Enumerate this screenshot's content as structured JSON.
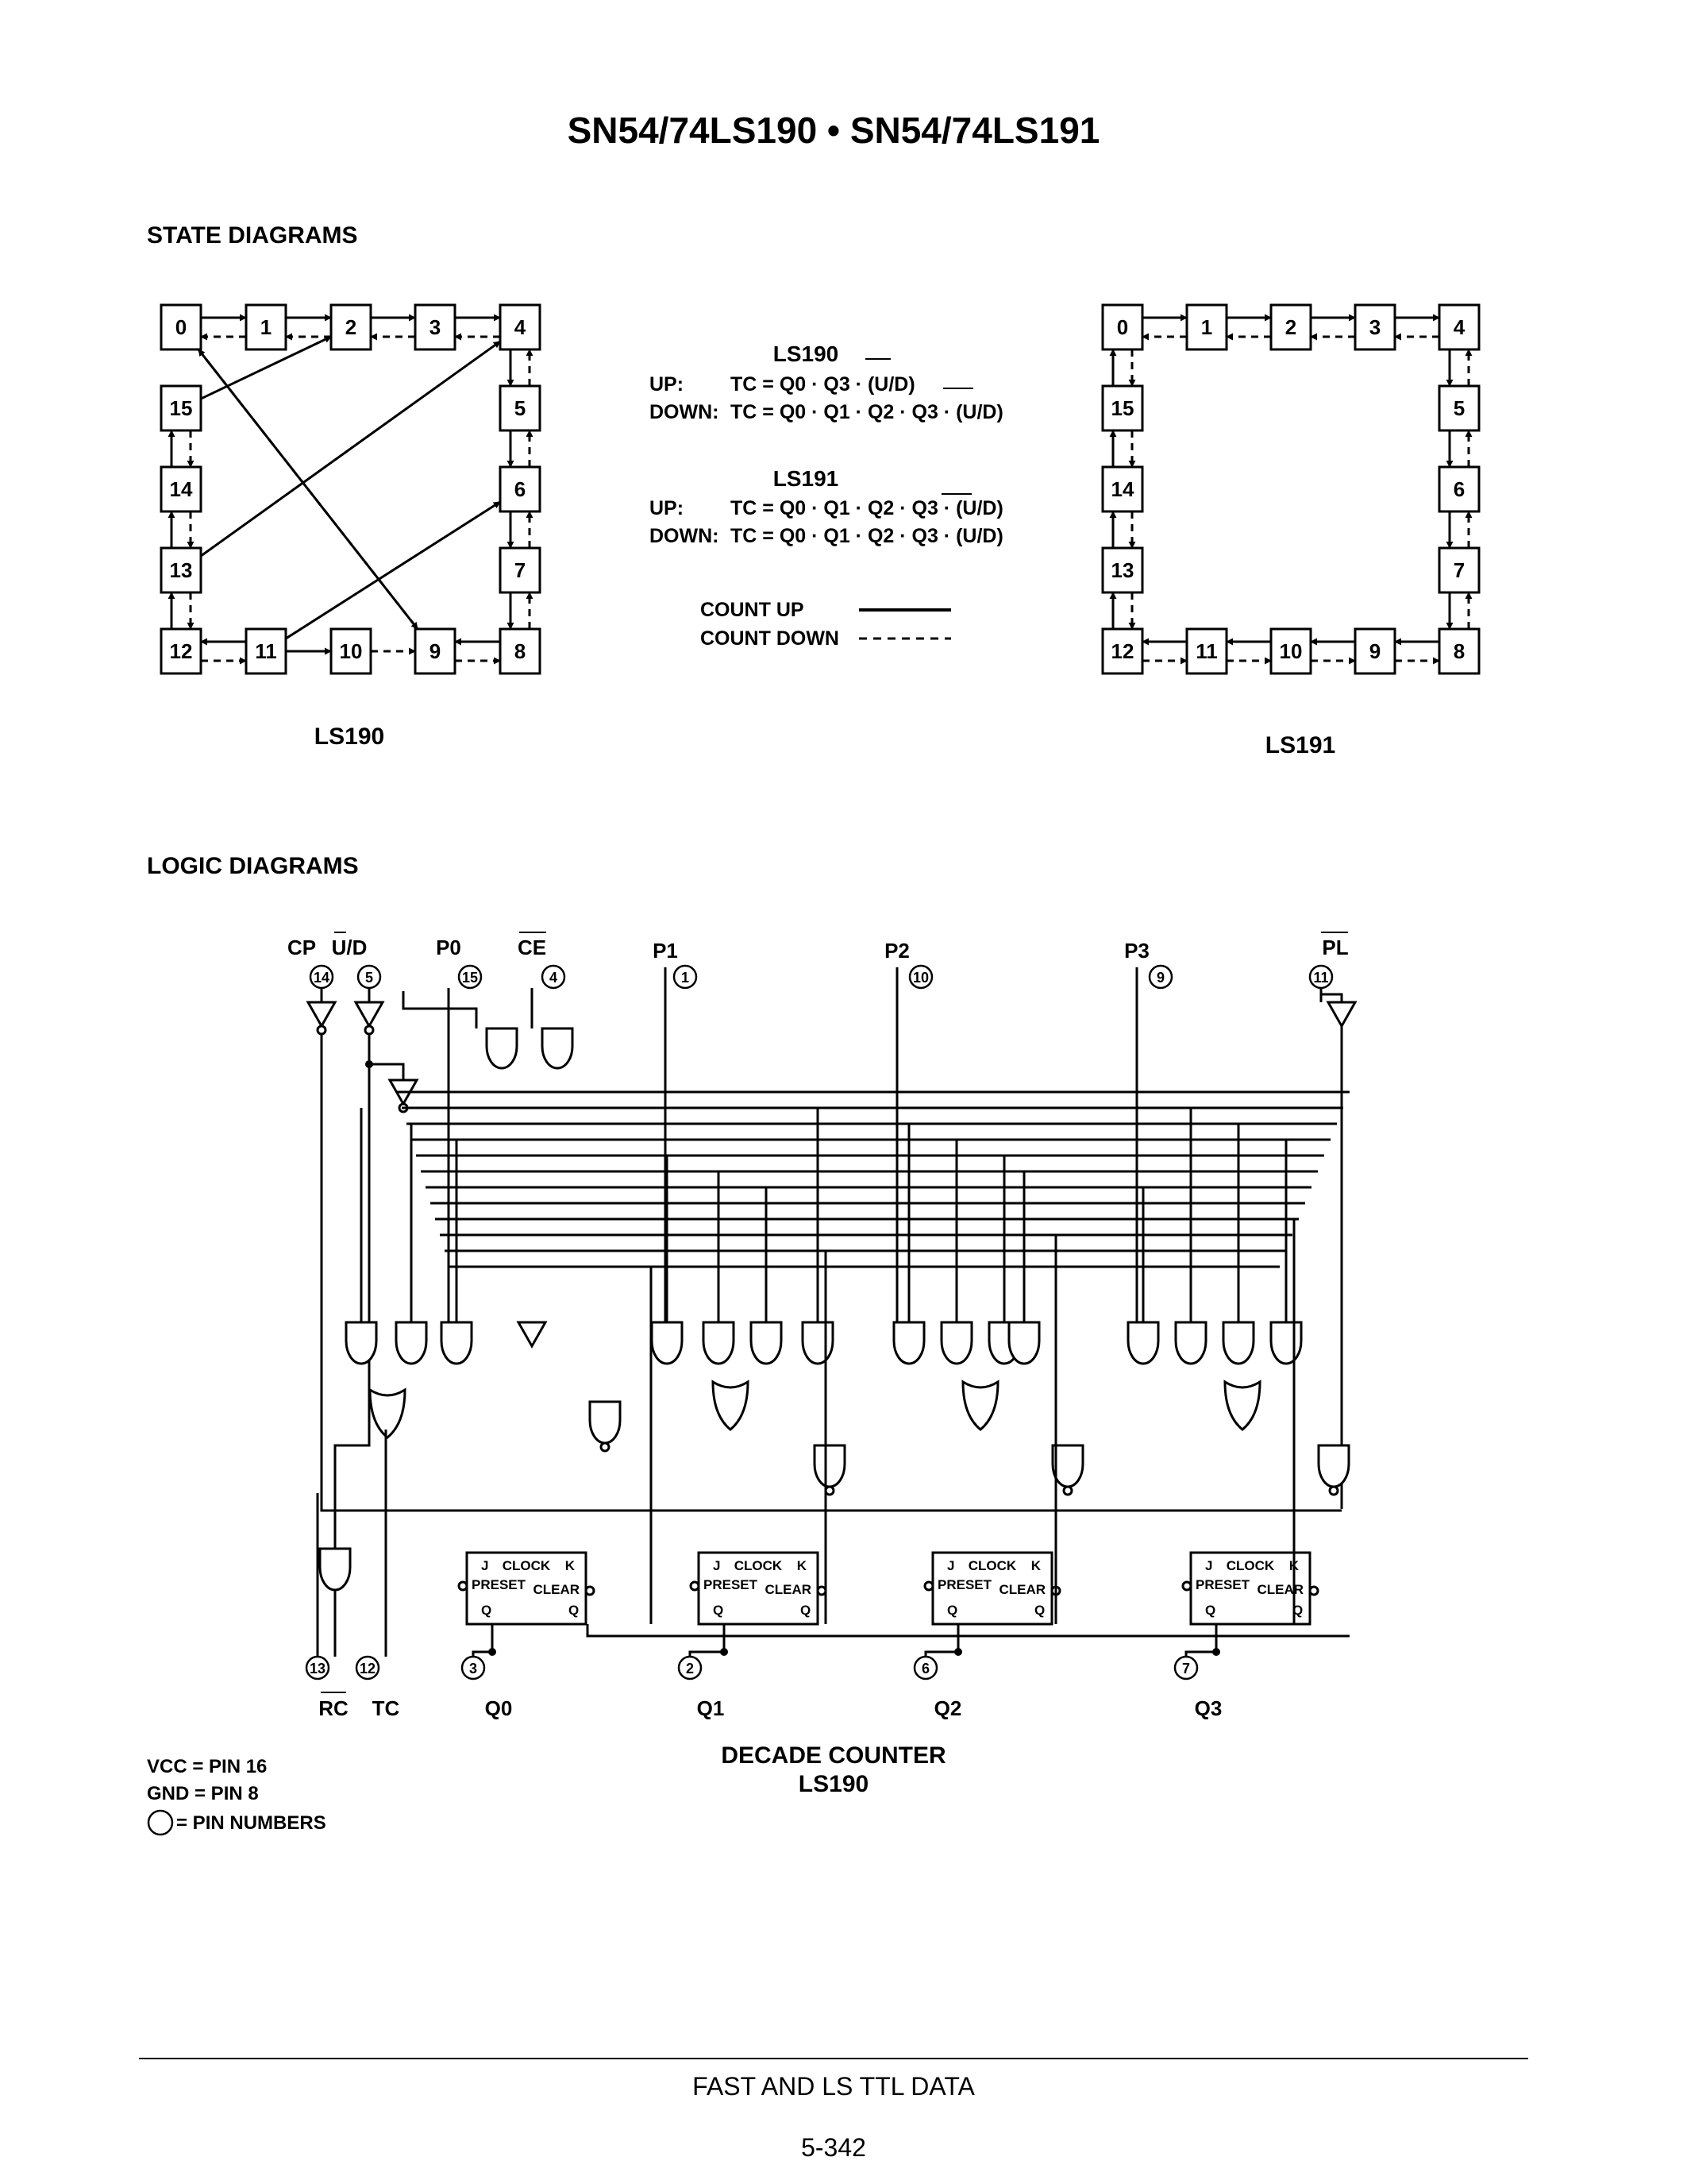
{
  "header": {
    "title": "SN54/74LS190 • SN54/74LS191"
  },
  "state_diagrams": {
    "heading": "STATE DIAGRAMS",
    "ls190": {
      "caption": "LS190",
      "states": [
        "0",
        "1",
        "2",
        "3",
        "4",
        "5",
        "6",
        "7",
        "8",
        "9",
        "10",
        "11",
        "12",
        "13",
        "14",
        "15"
      ]
    },
    "ls191": {
      "caption": "LS191",
      "states": [
        "0",
        "1",
        "2",
        "3",
        "4",
        "5",
        "6",
        "7",
        "8",
        "9",
        "10",
        "11",
        "12",
        "13",
        "14",
        "15"
      ]
    },
    "equations": {
      "ls190_title": "LS190",
      "ls190_up_label": "UP:",
      "ls190_up_eq": "TC = Q0 · Q3 · (U/D)",
      "ls190_down_label": "DOWN:",
      "ls190_down_eq": "TC = Q0 · Q1 · Q2 · Q3 · (U/D)",
      "ls191_title": "LS191",
      "ls191_up_label": "UP:",
      "ls191_up_eq": "TC = Q0 · Q1 · Q2 · Q3 · (U/D)",
      "ls191_down_label": "DOWN:",
      "ls191_down_eq": "TC = Q0 · Q1 · Q2 · Q3 · (U/D)"
    },
    "legend": {
      "count_up": "COUNT UP",
      "count_down": "COUNT DOWN"
    }
  },
  "logic_diagrams": {
    "heading": "LOGIC DIAGRAMS",
    "inputs": [
      {
        "name": "CP",
        "pin": "14"
      },
      {
        "name": "U/D",
        "pin": "5"
      },
      {
        "name": "P0",
        "pin": "15"
      },
      {
        "name": "CE",
        "pin": "4"
      },
      {
        "name": "P1",
        "pin": "1"
      },
      {
        "name": "P2",
        "pin": "10"
      },
      {
        "name": "P3",
        "pin": "9"
      },
      {
        "name": "PL",
        "pin": "11"
      }
    ],
    "outputs": [
      {
        "name": "RC",
        "pin": "13"
      },
      {
        "name": "TC",
        "pin": "12"
      },
      {
        "name": "Q0",
        "pin": "3"
      },
      {
        "name": "Q1",
        "pin": "2"
      },
      {
        "name": "Q2",
        "pin": "6"
      },
      {
        "name": "Q3",
        "pin": "7"
      }
    ],
    "flipflop": {
      "j": "J",
      "clock": "CLOCK",
      "k": "K",
      "preset": "PRESET",
      "clear": "CLEAR",
      "q": "Q",
      "qbar": "Q"
    },
    "caption_line1": "DECADE COUNTER",
    "caption_line2": "LS190",
    "notes": {
      "vcc": "VCC = PIN 16",
      "gnd": "GND = PIN 8",
      "pins": "= PIN NUMBERS"
    }
  },
  "footer": {
    "line1": "FAST AND LS TTL DATA",
    "page": "5-342"
  }
}
